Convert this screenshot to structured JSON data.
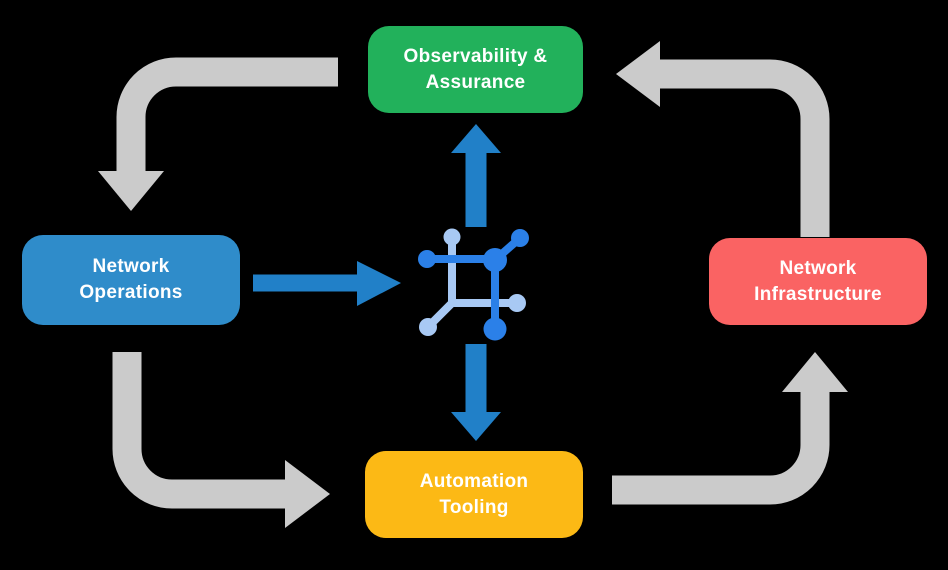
{
  "nodes": {
    "observability_assurance": {
      "lines": [
        "Observability &",
        "Assurance"
      ],
      "color": "#22B15B"
    },
    "network_operations": {
      "lines": [
        "Network",
        "Operations"
      ],
      "color": "#2F8CCA"
    },
    "network_infrastructure": {
      "lines": [
        "Network",
        "Infrastructure"
      ],
      "color": "#FA6363"
    },
    "automation_tooling": {
      "lines": [
        "Automation",
        "Tooling"
      ],
      "color": "#FCB915"
    }
  },
  "colors": {
    "background": "#000000",
    "cycle_arrow": "#CBCBCB",
    "core_arrow": "#2180C8",
    "icon_dark": "#2B80E8",
    "icon_light": "#A8C9F4",
    "label_text": "#FFFFFF"
  },
  "icons": {
    "center": "network-nodes-icon"
  }
}
